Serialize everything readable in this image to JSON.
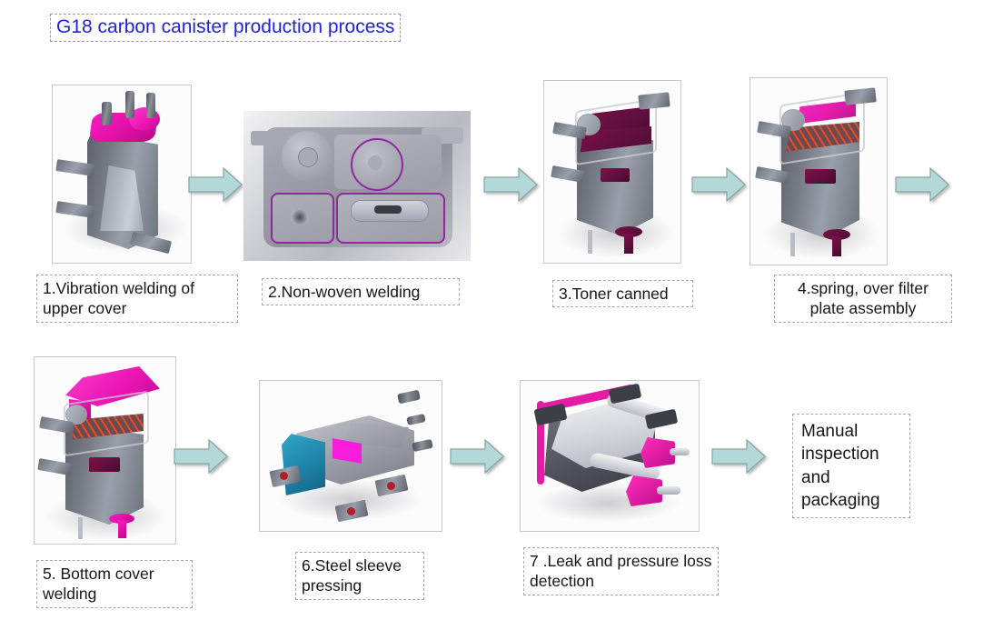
{
  "title": "G18 carbon canister production process",
  "title_color": "#2222dd",
  "arrow_color": "#b2d8d8",
  "arrow_outline": "#8fa3a3",
  "steps": [
    {
      "id": "step-1",
      "caption": "1.Vibration welding of upper cover",
      "image_alt": "3D CAD render of carbon canister with magenta upper cover and two ports"
    },
    {
      "id": "step-2",
      "caption": "2.Non-woven welding",
      "image_alt": "Top-down view of upper cover interior with circular vent and purple outlined chambers"
    },
    {
      "id": "step-3",
      "caption": "3.Toner canned",
      "image_alt": "Open canister body filled with dark maroon activated carbon"
    },
    {
      "id": "step-4",
      "caption": "4.spring, over filter plate assembly",
      "image_alt": "Canister with orange filter plate mesh and magenta springs on top"
    },
    {
      "id": "step-5",
      "caption": "5. Bottom cover welding",
      "image_alt": "Canister with bright magenta bottom cover plate positioned above"
    },
    {
      "id": "step-6",
      "caption": "6.Steel sleeve pressing",
      "image_alt": "Assembled horizontal canister with teal end cap and mounting brackets with red steel sleeves"
    },
    {
      "id": "step-7",
      "caption": "7 .Leak and pressure loss detection",
      "image_alt": "Canister mounted in leak-test fixture with magenta clamps on ports"
    }
  ],
  "final_step": {
    "lines": "Manual inspection and packaging"
  }
}
